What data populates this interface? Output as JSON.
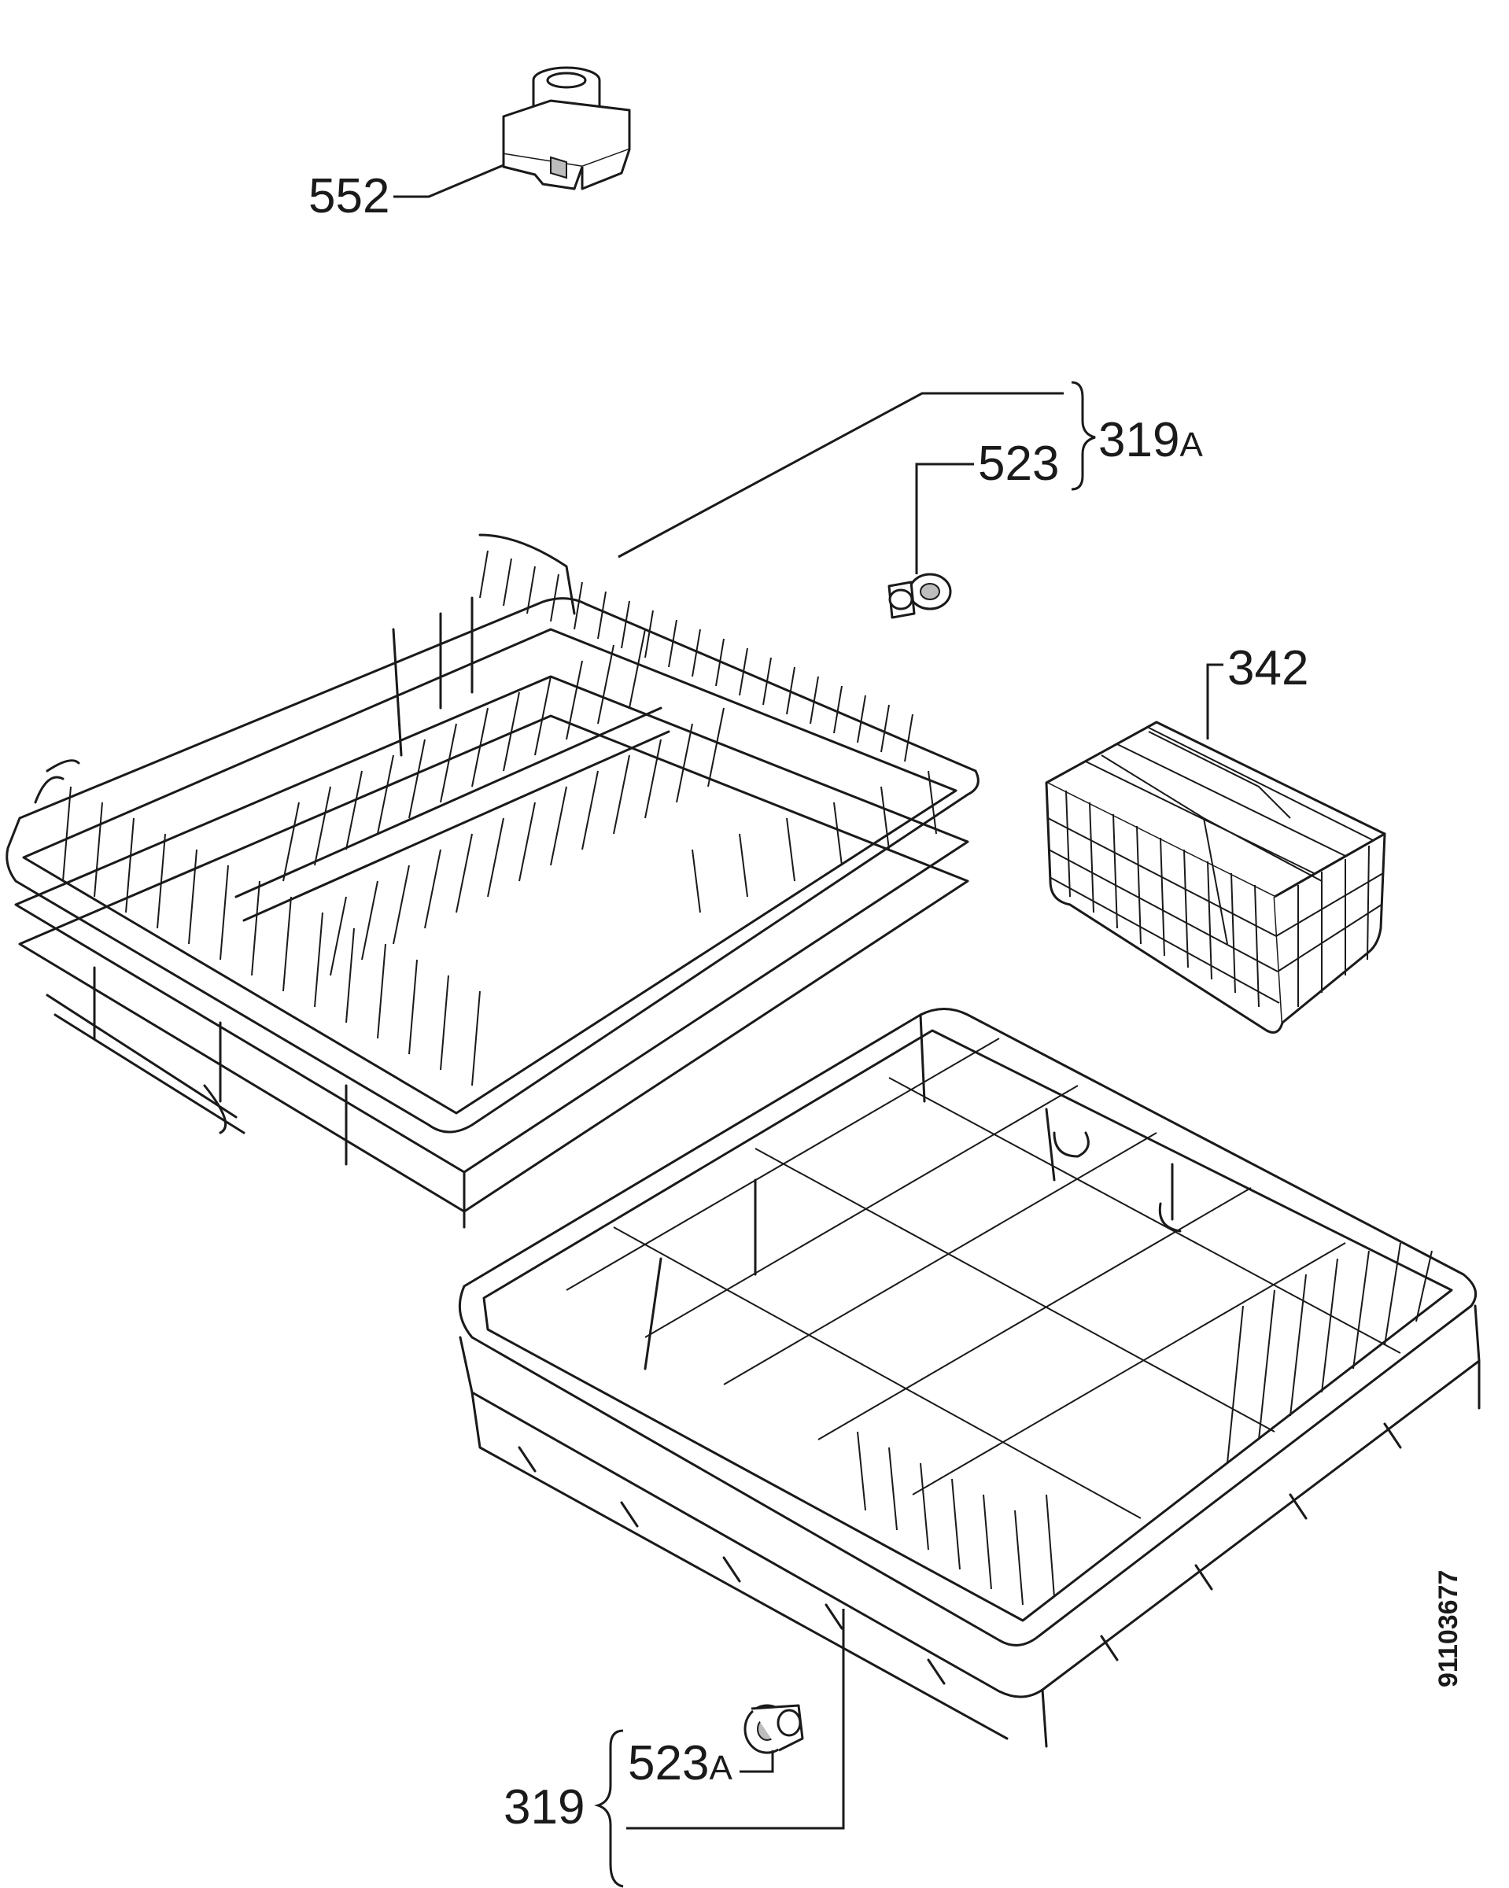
{
  "labels": {
    "p552": "552",
    "p319A_num": "319",
    "p319A_suffix": "A",
    "p523": "523",
    "p342": "342",
    "p319_num": "319",
    "p523A_num": "523",
    "p523A_suffix": "A"
  },
  "document_number": "91103677"
}
